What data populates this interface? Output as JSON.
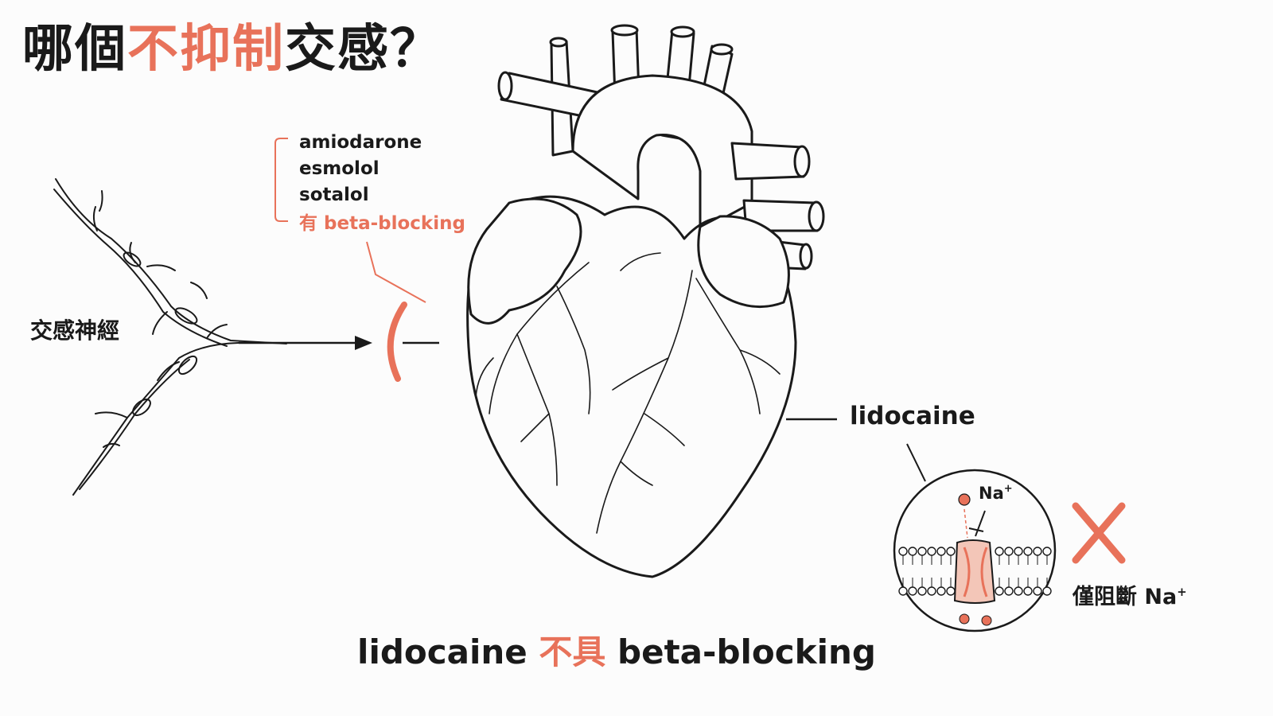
{
  "title": {
    "part1": "哪個",
    "accent": "不抑制",
    "part2": "交感？"
  },
  "drugs": {
    "items": [
      "amiodarone",
      "esmolol",
      "sotalol"
    ],
    "note": "有 beta-blocking"
  },
  "nerve_label": "交感神經",
  "lidocaine_label": "lidocaine",
  "inset": {
    "ion": "Na",
    "charge": "+"
  },
  "only_label": {
    "text": "僅阻斷 Na",
    "charge": "+"
  },
  "caption": {
    "part1": "lidocaine ",
    "accent": "不具",
    "part2": " beta-blocking"
  },
  "colors": {
    "accent": "#e8725a",
    "line": "#1a1a1a"
  }
}
